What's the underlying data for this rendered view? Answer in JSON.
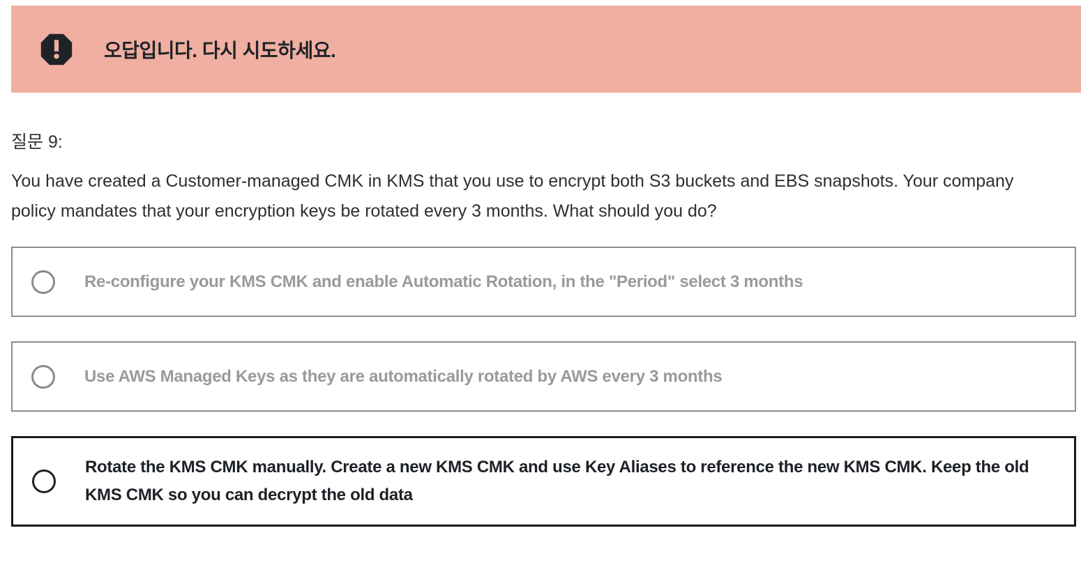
{
  "alert": {
    "message": "오답입니다. 다시 시도하세요.",
    "icon": "error-octagon-icon",
    "background_color": "#f0afa1",
    "foreground_color": "#1f2328"
  },
  "question": {
    "number_label": "질문 9:",
    "text": "You have created a Customer-managed CMK in KMS that you use to encrypt both S3 buckets and EBS snapshots. Your company policy mandates that your encryption keys be rotated every 3 months. What should you do?"
  },
  "options": [
    {
      "label": "Re-configure your KMS CMK and enable Automatic Rotation, in the \"Period\" select 3 months",
      "selected": false,
      "state": "dimmed"
    },
    {
      "label": "Use AWS Managed Keys as they are automatically rotated by AWS every 3 months",
      "selected": false,
      "state": "dimmed"
    },
    {
      "label": "Rotate the KMS CMK manually. Create a new KMS CMK and use Key Aliases to reference the new KMS CMK. Keep the old KMS CMK so you can decrypt the old data",
      "selected": false,
      "state": "emphasized"
    }
  ],
  "colors": {
    "alert_background": "#f0afa1",
    "alert_foreground": "#1f2328",
    "question_text": "#2d2f31",
    "dimmed_option_text": "#9a9a9a",
    "dimmed_option_border": "#8e8e8e",
    "emphasized_option_text": "#1d2126",
    "emphasized_option_border": "#17191c"
  }
}
